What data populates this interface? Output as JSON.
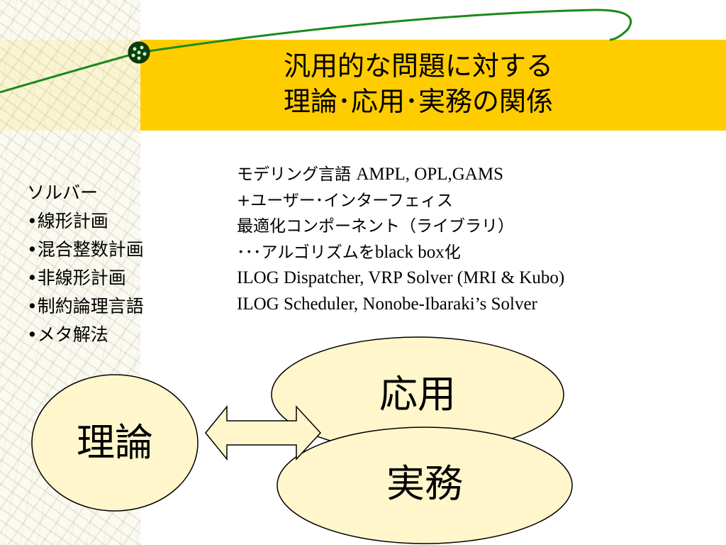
{
  "slide": {
    "title_line1": "汎用的な問題に対する",
    "title_line2": "理論･応用･実務の関係",
    "colors": {
      "title_band": "#ffcc00",
      "ellipse_fill": "#fff6cc",
      "arrow_fill": "#fff6cc",
      "decor_line": "#1a8a1a",
      "outline": "#000000"
    }
  },
  "solvers": {
    "heading": "ソルバー",
    "items": [
      "•線形計画",
      "•混合整数計画",
      "•非線形計画",
      "•制約論理言語",
      "•メタ解法"
    ]
  },
  "modeling": {
    "line1_jp": "モデリング言語 ",
    "line1_en": "AMPL, OPL,GAMS",
    "line2": "+ユーザー･インターフェィス",
    "line3": "最適化コンポーネント（ライブラリ）",
    "line4_a": "･･･アルゴリズムを",
    "line4_b": "black box",
    "line4_c": "化",
    "line5": "ILOG Dispatcher, VRP Solver (MRI & Kubo)",
    "line6": "ILOG Scheduler, Nonobe-Ibaraki’s Solver"
  },
  "diagram": {
    "theory": "理論",
    "application": "応用",
    "practice": "実務"
  },
  "icons": {
    "bullet_orb": "orb-icon",
    "double_arrow": "double-arrow-icon"
  }
}
